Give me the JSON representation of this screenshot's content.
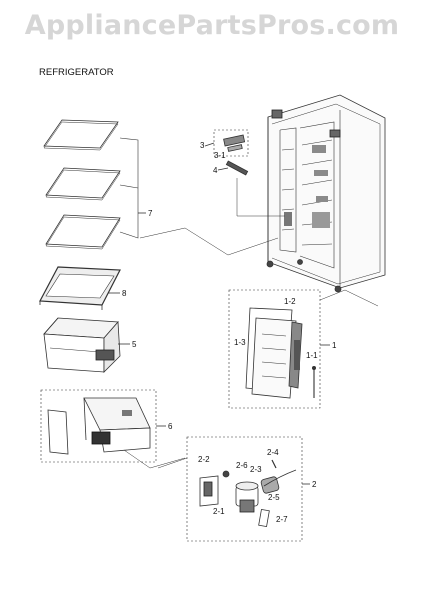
{
  "watermark": "AppliancePartsPros.com",
  "title": "REFRIGERATOR",
  "callouts": {
    "c1": "1",
    "c1_1": "1-1",
    "c1_2": "1-2",
    "c1_3": "1-3",
    "c2": "2",
    "c2_1": "2-1",
    "c2_2": "2-2",
    "c2_3": "2-3",
    "c2_4": "2-4",
    "c2_5": "2-5",
    "c2_6": "2-6",
    "c2_7": "2-7",
    "c3": "3",
    "c3_1": "3-1",
    "c4": "4",
    "c5": "5",
    "c6": "6",
    "c7": "7",
    "c8": "8"
  }
}
